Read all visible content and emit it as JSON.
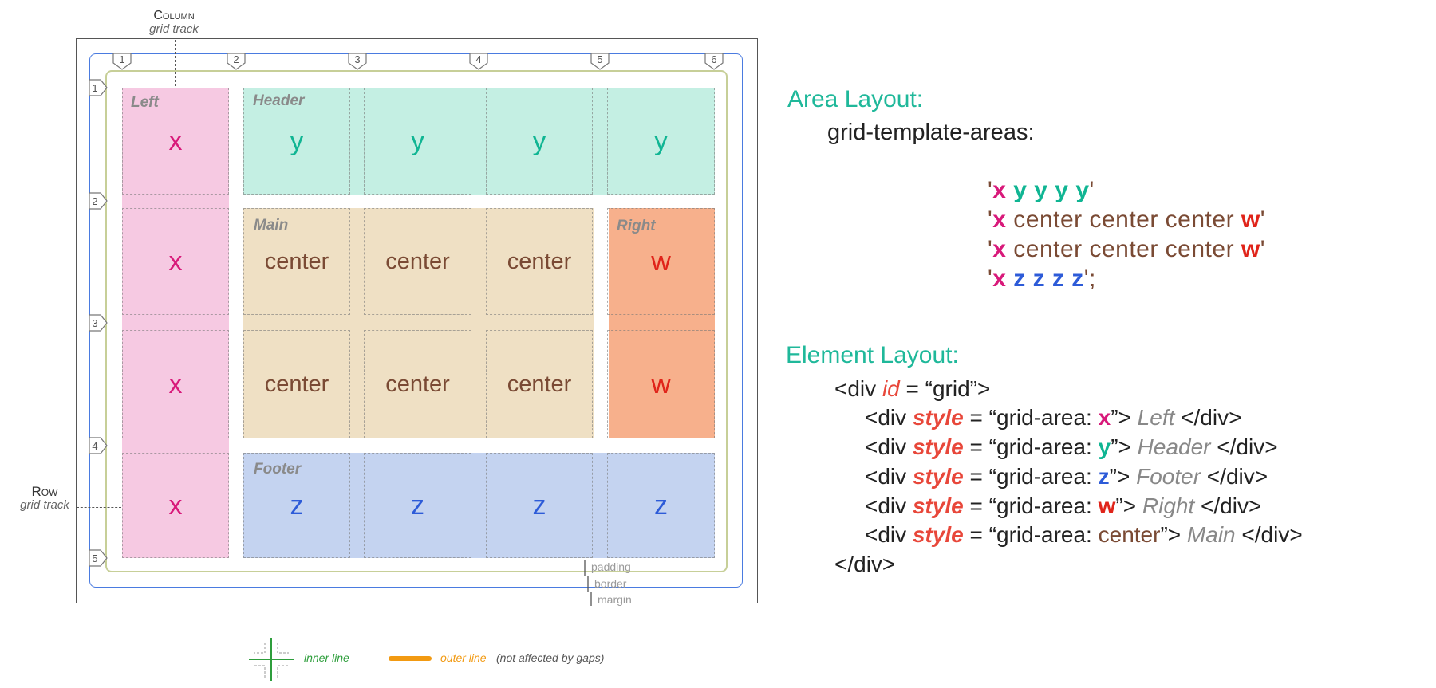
{
  "annotations": {
    "column_title": "Column",
    "column_sub": "grid track",
    "row_title": "Row",
    "row_sub": "grid track",
    "padding": "padding",
    "border": "border",
    "margin": "margin"
  },
  "column_lines": [
    "1",
    "2",
    "3",
    "4",
    "5",
    "6"
  ],
  "row_lines": [
    "1",
    "2",
    "3",
    "4",
    "5"
  ],
  "area_labels": {
    "left": "Left",
    "header": "Header",
    "main": "Main",
    "right": "Right",
    "footer": "Footer"
  },
  "cells": {
    "r1": [
      "x",
      "y",
      "y",
      "y",
      "y"
    ],
    "r2": [
      "x",
      "center",
      "center",
      "center",
      "w"
    ],
    "r3": [
      "x",
      "center",
      "center",
      "center",
      "w"
    ],
    "r4": [
      "x",
      "z",
      "z",
      "z",
      "z"
    ]
  },
  "area_layout": {
    "heading": "Area Layout:",
    "property": "grid-template-areas:",
    "rows": [
      {
        "q1": "'",
        "x": "x",
        "mid": " y y y y",
        "q2": "'"
      },
      {
        "q1": "'",
        "x": "x",
        "mid": " center center center ",
        "w": "w",
        "q2": "'"
      },
      {
        "q1": "'",
        "x": "x",
        "mid": " center center center ",
        "w": "w",
        "q2": "'"
      },
      {
        "q1": "'",
        "x": "x",
        "mid": " z z z z",
        "q2": "';"
      }
    ]
  },
  "element_layout": {
    "heading": "Element Layout:",
    "open_pre": "<div ",
    "open_attr": "id",
    "open_post": " = “grid”>",
    "children": [
      {
        "pre": "<div ",
        "attr": "style",
        "mid": " = “grid-area: ",
        "area": "x",
        "post": "”> ",
        "name": "Left",
        "close": " </div>"
      },
      {
        "pre": "<div ",
        "attr": "style",
        "mid": " = “grid-area: ",
        "area": "y",
        "post": "”> ",
        "name": "Header",
        "close": " </div>"
      },
      {
        "pre": "<div ",
        "attr": "style",
        "mid": " = “grid-area: ",
        "area": "z",
        "post": "”> ",
        "name": "Footer",
        "close": " </div>"
      },
      {
        "pre": "<div ",
        "attr": "style",
        "mid": " = “grid-area: ",
        "area": "w",
        "post": "”> ",
        "name": "Right",
        "close": " </div>"
      },
      {
        "pre": "<div ",
        "attr": "style",
        "mid": " = “grid-area: ",
        "area": "center",
        "post": "”> ",
        "name": "Main",
        "close": " </div>"
      }
    ],
    "close": "</div>"
  },
  "legend": {
    "inner": "inner line",
    "outer": "outer line",
    "outer_note": "(not affected by gaps)"
  },
  "colors": {
    "x": "#d8197a",
    "y": "#10b593",
    "z": "#2d5bd8",
    "w": "#e0241a",
    "center": "#7a4a34",
    "left_bg": "#f6c9e2",
    "header_bg": "#c4efe3",
    "main_bg": "#efe0c4",
    "right_bg": "#f7b08c",
    "footer_bg": "#c4d3f0",
    "heading": "#1fb89a"
  }
}
